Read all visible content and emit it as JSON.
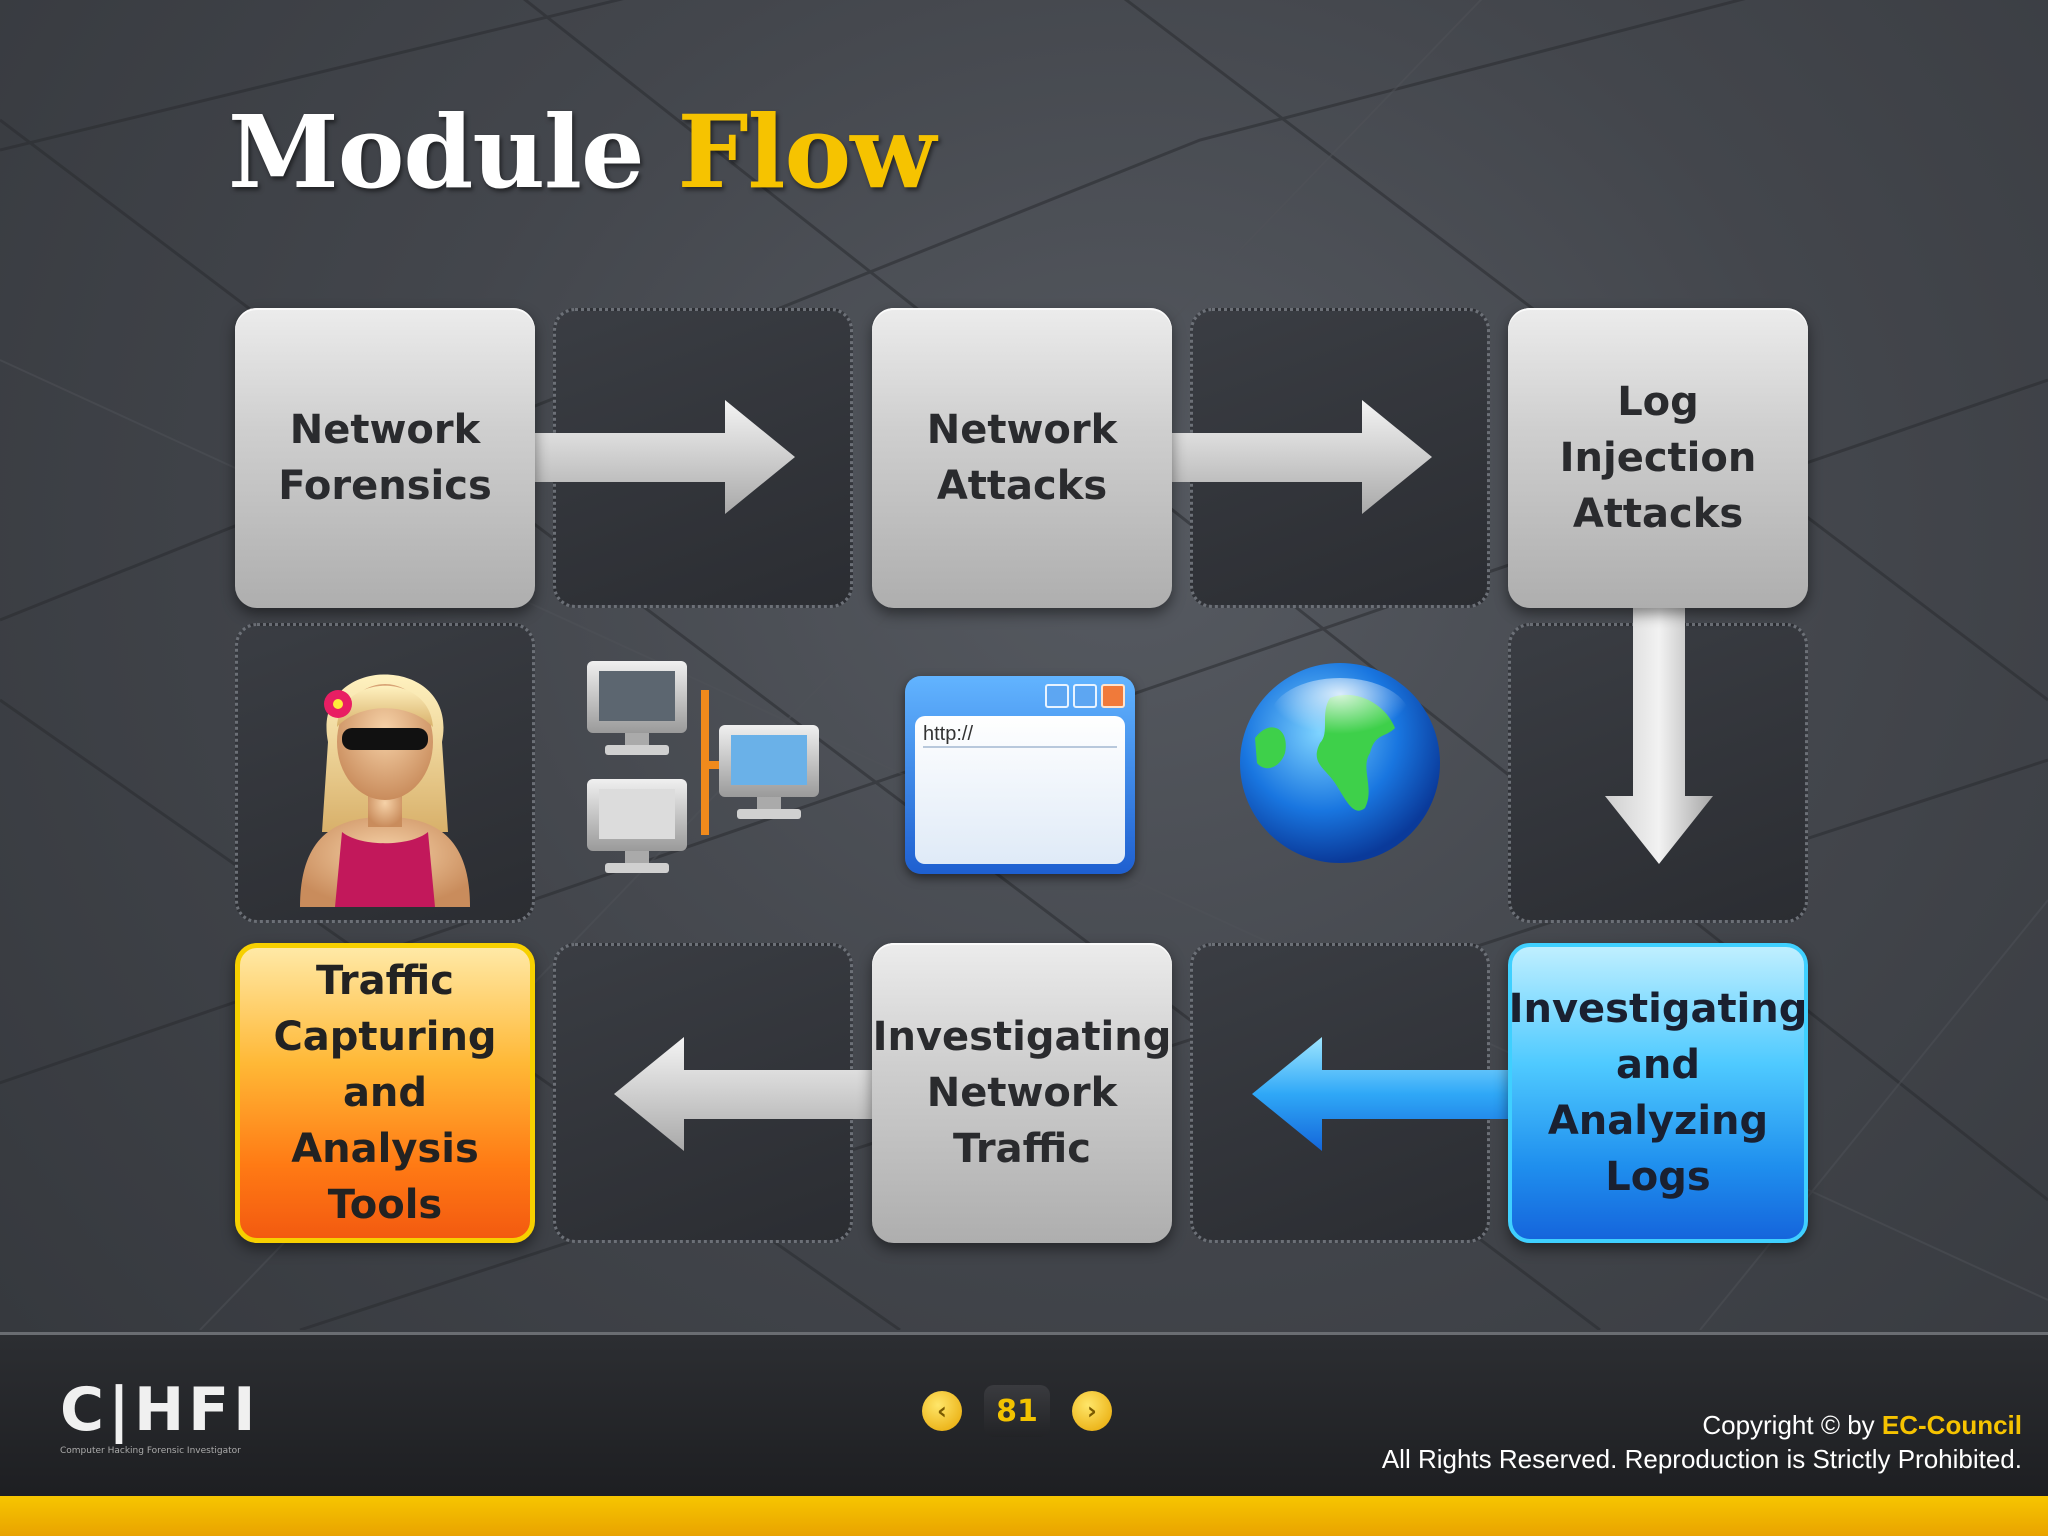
{
  "title": {
    "word1": "Module",
    "word2": "Flow"
  },
  "flow": {
    "network_forensics": "Network\nForensics",
    "network_attacks": "Network\nAttacks",
    "log_injection_attacks": "Log\nInjection\nAttacks",
    "investigating_analyzing_logs": "Investigating\nand\nAnalyzing\nLogs",
    "investigating_network_traffic": "Investigating\nNetwork\nTraffic",
    "traffic_capturing_tools": "Traffic\nCapturing\nand Analysis\nTools"
  },
  "icons": {
    "browser_address": "http://",
    "names": [
      "woman-avatar-icon",
      "networked-computers-icon",
      "browser-window-icon",
      "globe-icon"
    ]
  },
  "footer": {
    "logo": "C|HFI",
    "logo_sub": "Computer Hacking Forensic Investigator",
    "page_number": "81",
    "prev_icon": "‹",
    "next_icon": "›",
    "copyright_prefix": "Copyright © by ",
    "copyright_brand": "EC-Council",
    "rights": "All Rights Reserved. Reproduction is Strictly Prohibited."
  },
  "colors": {
    "accent_yellow": "#f6c300",
    "box_orange": "#ff8a1a",
    "box_blue": "#2a9df2",
    "box_gray": "#c4c4c4"
  }
}
